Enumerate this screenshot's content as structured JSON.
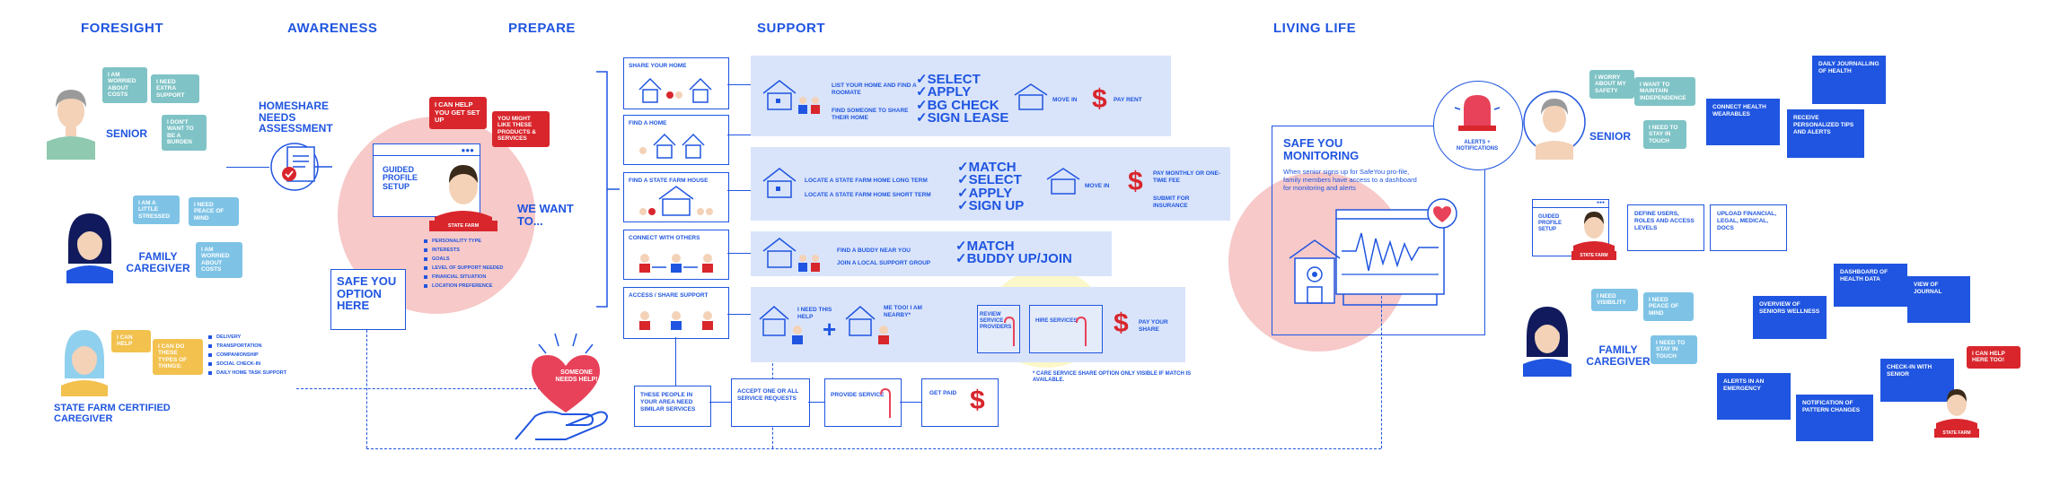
{
  "stages": [
    "FORESIGHT",
    "AWARENESS",
    "PREPARE",
    "SUPPORT",
    "LIVING LIFE"
  ],
  "foresight": {
    "senior": {
      "label": "SENIOR",
      "bubbles": [
        "I AM WORRIED ABOUT COSTS",
        "I NEED EXTRA SUPPORT",
        "I DON'T WANT TO BE A BURDEN"
      ]
    },
    "family": {
      "label": "FAMILY CAREGIVER",
      "bubbles": [
        "I AM A LITTLE STRESSED",
        "I NEED PEACE OF MIND",
        "I AM WORRIED ABOUT COSTS"
      ]
    },
    "caregiver": {
      "label": "STATE FARM CERTIFIED CAREGIVER",
      "bubbles": [
        "I CAN HELP",
        "I CAN DO THESE TYPES OF THINGS:"
      ],
      "services": [
        "DELIVERY",
        "TRANSPORTATION",
        "COMPANIONSHIP",
        "SOCIAL CHECK-IN",
        "DAILY HOME TASK SUPPORT"
      ]
    }
  },
  "awareness": {
    "assessment": "HOMESHARE NEEDS ASSESSMENT",
    "safe_option": "SAFE YOU OPTION HERE",
    "guided": "GUIDED PROFILE SETUP",
    "bubble_help": "I CAN HELP YOU GET SET UP",
    "bubble_like": "YOU MIGHT LIKE THESE PRODUCTS & SERVICES",
    "badge": "STATE FARM",
    "we_want": "WE WANT TO...",
    "profile_items": [
      "PERSONALITY TYPE",
      "INTERESTS",
      "GOALS",
      "LEVEL OF SUPPORT NEEDED",
      "FINANCIAL SITUATION",
      "LOCATION PREFERENCE"
    ],
    "heart": "SOMEONE NEEDS HELP!"
  },
  "prepare": {
    "options": [
      "SHARE YOUR HOME",
      "FIND A HOME",
      "FIND A STATE FARM HOUSE",
      "CONNECT WITH OTHERS",
      "ACCESS / SHARE SUPPORT"
    ]
  },
  "support": {
    "row1": {
      "texts": [
        "LIST YOUR HOME AND FIND A ROOMATE",
        "FIND SOMEONE TO SHARE THEIR HOME"
      ],
      "steps": [
        "✓SELECT",
        "✓APPLY",
        "✓BG CHECK",
        "✓SIGN LEASE"
      ],
      "move": "MOVE IN",
      "pay": "PAY RENT"
    },
    "row2": {
      "texts": [
        "LOCATE A STATE FARM HOME LONG TERM",
        "LOCATE A STATE FARM HOME SHORT TERM"
      ],
      "steps": [
        "✓MATCH",
        "✓SELECT",
        "✓APPLY",
        "✓SIGN UP"
      ],
      "move": "MOVE IN",
      "pay": "PAY MONTHLY OR ONE-TIME FEE",
      "submit": "SUBMIT FOR INSURANCE"
    },
    "row3": {
      "texts": [
        "FIND A BUDDY NEAR YOU",
        "JOIN A LOCAL SUPPORT GROUP"
      ],
      "steps": [
        "✓MATCH",
        "✓BUDDY UP/JOIN"
      ]
    },
    "row4": {
      "need": "I NEED THIS HELP",
      "metoo": "ME TOO! I AM NEARBY*",
      "review": "REVIEW SERVICE PROVIDERS",
      "hire": "HIRE SERVICES",
      "pay": "PAY YOUR SHARE"
    },
    "note": "* CARE SERVICE SHARE OPTION ONLY VISIBLE IF MATCH IS AVAILABLE.",
    "flow": [
      "THESE PEOPLE IN YOUR AREA NEED SIMILAR SERVICES",
      "ACCEPT ONE OR ALL SERVICE REQUESTS",
      "PROVIDE SERVICE",
      "GET PAID"
    ]
  },
  "living": {
    "safe_title": "SAFE YOU MONITORING",
    "safe_desc": "When senior signs up for SafeYou pro-file, family members have access to a dashboard for monitoring and alerts",
    "alerts": "ALERTS + NOTIFICATIONS",
    "senior": {
      "label": "SENIOR",
      "bubbles": [
        "I WORRY ABOUT MY SAFETY",
        "I WANT TO MAINTAIN INDEPENDENCE",
        "I NEED TO STAY IN TOUCH"
      ]
    },
    "senior_boxes": [
      "CONNECT HEALTH WEARABLES",
      "DAILY JOURNALLING OF HEALTH",
      "RECEIVE PERSONALIZED TIPS AND ALERTS"
    ],
    "setup": {
      "guided": "GUIDED PROFILE SETUP",
      "badge": "STATE FARM",
      "boxes": [
        "DEFINE USERS, ROLES AND ACCESS LEVELS",
        "UPLOAD FINANCIAL, LEGAL, MEDICAL, DOCS"
      ]
    },
    "family": {
      "label": "FAMILY CAREGIVER",
      "bubbles": [
        "I NEED VISIBILITY",
        "I NEED PEACE OF MIND",
        "I NEED TO STAY IN TOUCH"
      ]
    },
    "family_boxes": [
      "OVERVIEW OF SENIORS WELLNESS",
      "DASHBOARD OF HEALTH DATA",
      "VIEW OF JOURNAL",
      "ALERTS IN AN EMERGENCY",
      "NOTIFICATION OF PATTERN CHANGES",
      "CHECK-IN WITH SENIOR"
    ],
    "agent_bubble": "I CAN HELP HERE TOO!",
    "agent_badge": "STATE FARM"
  },
  "colors": {
    "blue": "#1f55e0",
    "red": "#d8262c",
    "teal": "#7fc3c6",
    "panel": "#d9e4fb",
    "pink": "#f6c4c4"
  }
}
